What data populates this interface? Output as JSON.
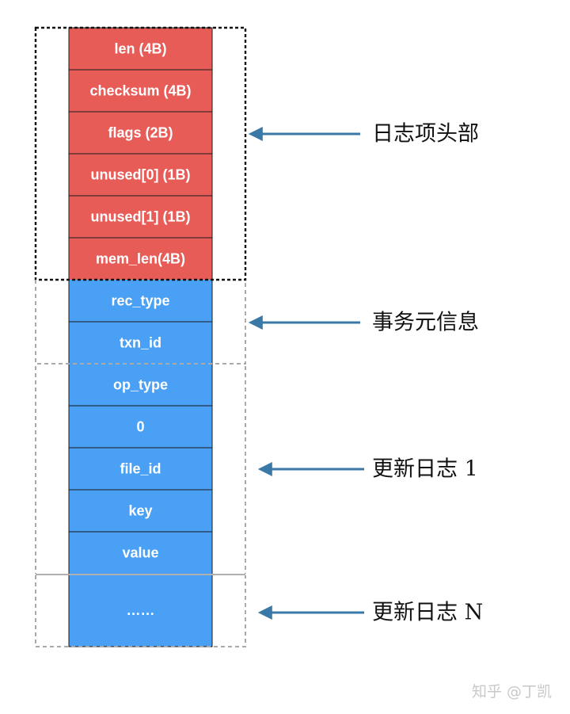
{
  "fields": [
    {
      "label": "len (4B)",
      "group": "header"
    },
    {
      "label": "checksum (4B)",
      "group": "header"
    },
    {
      "label": "flags (2B)",
      "group": "header"
    },
    {
      "label": "unused[0] (1B)",
      "group": "header"
    },
    {
      "label": "unused[1] (1B)",
      "group": "header"
    },
    {
      "label": "mem_len(4B)",
      "group": "header"
    },
    {
      "label": "rec_type",
      "group": "meta"
    },
    {
      "label": "txn_id",
      "group": "meta"
    },
    {
      "label": "op_type",
      "group": "update"
    },
    {
      "label": "0",
      "group": "update"
    },
    {
      "label": "file_id",
      "group": "update"
    },
    {
      "label": "key",
      "group": "update"
    },
    {
      "label": "value",
      "group": "update"
    },
    {
      "label": "……",
      "group": "update"
    }
  ],
  "sections": [
    {
      "label": "日志项头部"
    },
    {
      "label": "事务元信息"
    },
    {
      "label": "更新日志 1"
    },
    {
      "label": "更新日志 N"
    }
  ],
  "colors": {
    "header_fill": "#e85c58",
    "body_fill": "#4aa0f5",
    "arrow": "#3a78a8",
    "header_border": "#111111",
    "section_border": "#aaaaaa"
  },
  "watermark": "知乎 @丁凯"
}
